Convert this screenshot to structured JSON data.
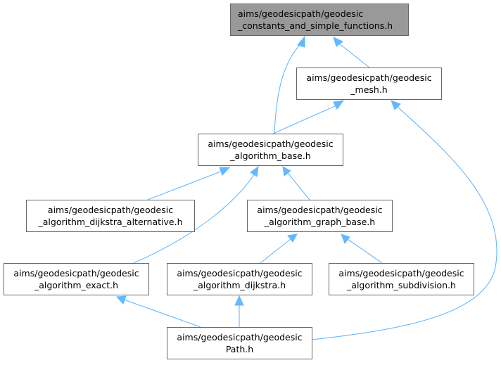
{
  "graph": {
    "accent_color": "#63b8ff",
    "root_fill": "#999999",
    "nodes": {
      "root": {
        "line1": "aims/geodesicpath/geodesic",
        "line2": "_constants_and_simple_functions.h"
      },
      "mesh": {
        "line1": "aims/geodesicpath/geodesic",
        "line2": "_mesh.h"
      },
      "base": {
        "line1": "aims/geodesicpath/geodesic",
        "line2": "_algorithm_base.h"
      },
      "dijkstra_alternative": {
        "line1": "aims/geodesicpath/geodesic",
        "line2": "_algorithm_dijkstra_alternative.h"
      },
      "graph_base": {
        "line1": "aims/geodesicpath/geodesic",
        "line2": "_algorithm_graph_base.h"
      },
      "exact": {
        "line1": "aims/geodesicpath/geodesic",
        "line2": "_algorithm_exact.h"
      },
      "dijkstra": {
        "line1": "aims/geodesicpath/geodesic",
        "line2": "_algorithm_dijkstra.h"
      },
      "subdivision": {
        "line1": "aims/geodesicpath/geodesic",
        "line2": "_algorithm_subdivision.h"
      },
      "path": {
        "line1": "aims/geodesicpath/geodesic",
        "line2": "Path.h"
      }
    }
  }
}
